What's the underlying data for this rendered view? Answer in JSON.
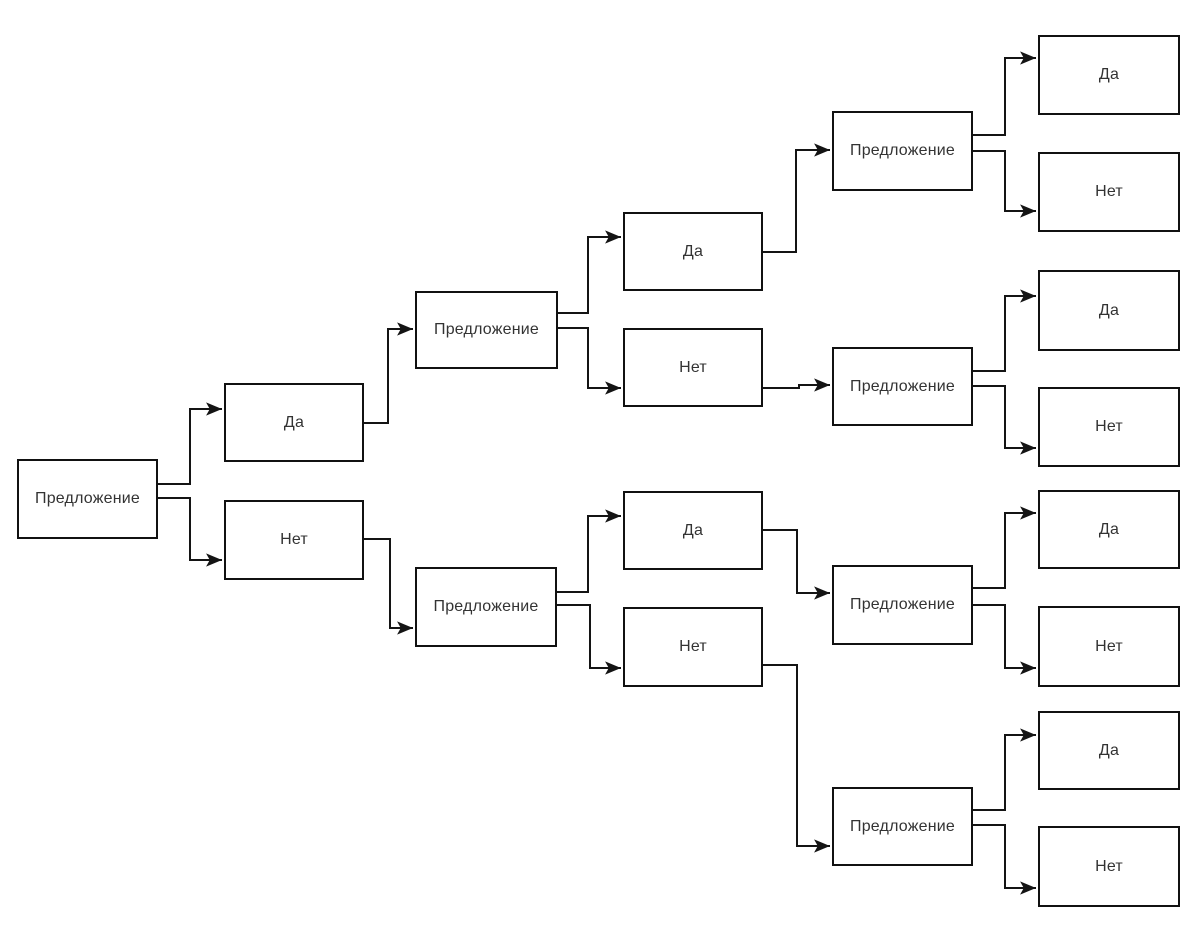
{
  "diagram": {
    "type": "decision-tree",
    "background": "#ffffff",
    "line_color": "#141414",
    "node_border_color": "#111111",
    "node_fill": "#ffffff",
    "text_color": "#333333",
    "nodes": [
      {
        "id": "root",
        "level": 1,
        "label": "Предложение"
      },
      {
        "id": "l2-yes",
        "level": 2,
        "label": "Да"
      },
      {
        "id": "l2-no",
        "level": 2,
        "label": "Нет"
      },
      {
        "id": "l3-top",
        "level": 3,
        "label": "Предложение"
      },
      {
        "id": "l3-bottom",
        "level": 3,
        "label": "Предложение"
      },
      {
        "id": "l4-yes-1",
        "level": 4,
        "label": "Да"
      },
      {
        "id": "l4-no-1",
        "level": 4,
        "label": "Нет"
      },
      {
        "id": "l4-yes-2",
        "level": 4,
        "label": "Да"
      },
      {
        "id": "l4-no-2",
        "level": 4,
        "label": "Нет"
      },
      {
        "id": "l5-1",
        "level": 5,
        "label": "Предложение"
      },
      {
        "id": "l5-2",
        "level": 5,
        "label": "Предложение"
      },
      {
        "id": "l5-3",
        "level": 5,
        "label": "Предложение"
      },
      {
        "id": "l5-4",
        "level": 5,
        "label": "Предложение"
      },
      {
        "id": "l6-yes-1",
        "level": 6,
        "label": "Да"
      },
      {
        "id": "l6-no-1",
        "level": 6,
        "label": "Нет"
      },
      {
        "id": "l6-yes-2",
        "level": 6,
        "label": "Да"
      },
      {
        "id": "l6-no-2",
        "level": 6,
        "label": "Нет"
      },
      {
        "id": "l6-yes-3",
        "level": 6,
        "label": "Да"
      },
      {
        "id": "l6-no-3",
        "level": 6,
        "label": "Нет"
      },
      {
        "id": "l6-yes-4",
        "level": 6,
        "label": "Да"
      },
      {
        "id": "l6-no-4",
        "level": 6,
        "label": "Нет"
      }
    ],
    "edges": [
      {
        "from": "root",
        "to": "l2-yes"
      },
      {
        "from": "root",
        "to": "l2-no"
      },
      {
        "from": "l2-yes",
        "to": "l3-top"
      },
      {
        "from": "l2-no",
        "to": "l3-bottom"
      },
      {
        "from": "l3-top",
        "to": "l4-yes-1"
      },
      {
        "from": "l3-top",
        "to": "l4-no-1"
      },
      {
        "from": "l3-bottom",
        "to": "l4-yes-2"
      },
      {
        "from": "l3-bottom",
        "to": "l4-no-2"
      },
      {
        "from": "l4-yes-1",
        "to": "l5-1"
      },
      {
        "from": "l4-no-1",
        "to": "l5-2"
      },
      {
        "from": "l4-yes-2",
        "to": "l5-3"
      },
      {
        "from": "l4-no-2",
        "to": "l5-4"
      },
      {
        "from": "l5-1",
        "to": "l6-yes-1"
      },
      {
        "from": "l5-1",
        "to": "l6-no-1"
      },
      {
        "from": "l5-2",
        "to": "l6-yes-2"
      },
      {
        "from": "l5-2",
        "to": "l6-no-2"
      },
      {
        "from": "l5-3",
        "to": "l6-yes-3"
      },
      {
        "from": "l5-3",
        "to": "l6-no-3"
      },
      {
        "from": "l5-4",
        "to": "l6-yes-4"
      },
      {
        "from": "l5-4",
        "to": "l6-no-4"
      }
    ]
  }
}
